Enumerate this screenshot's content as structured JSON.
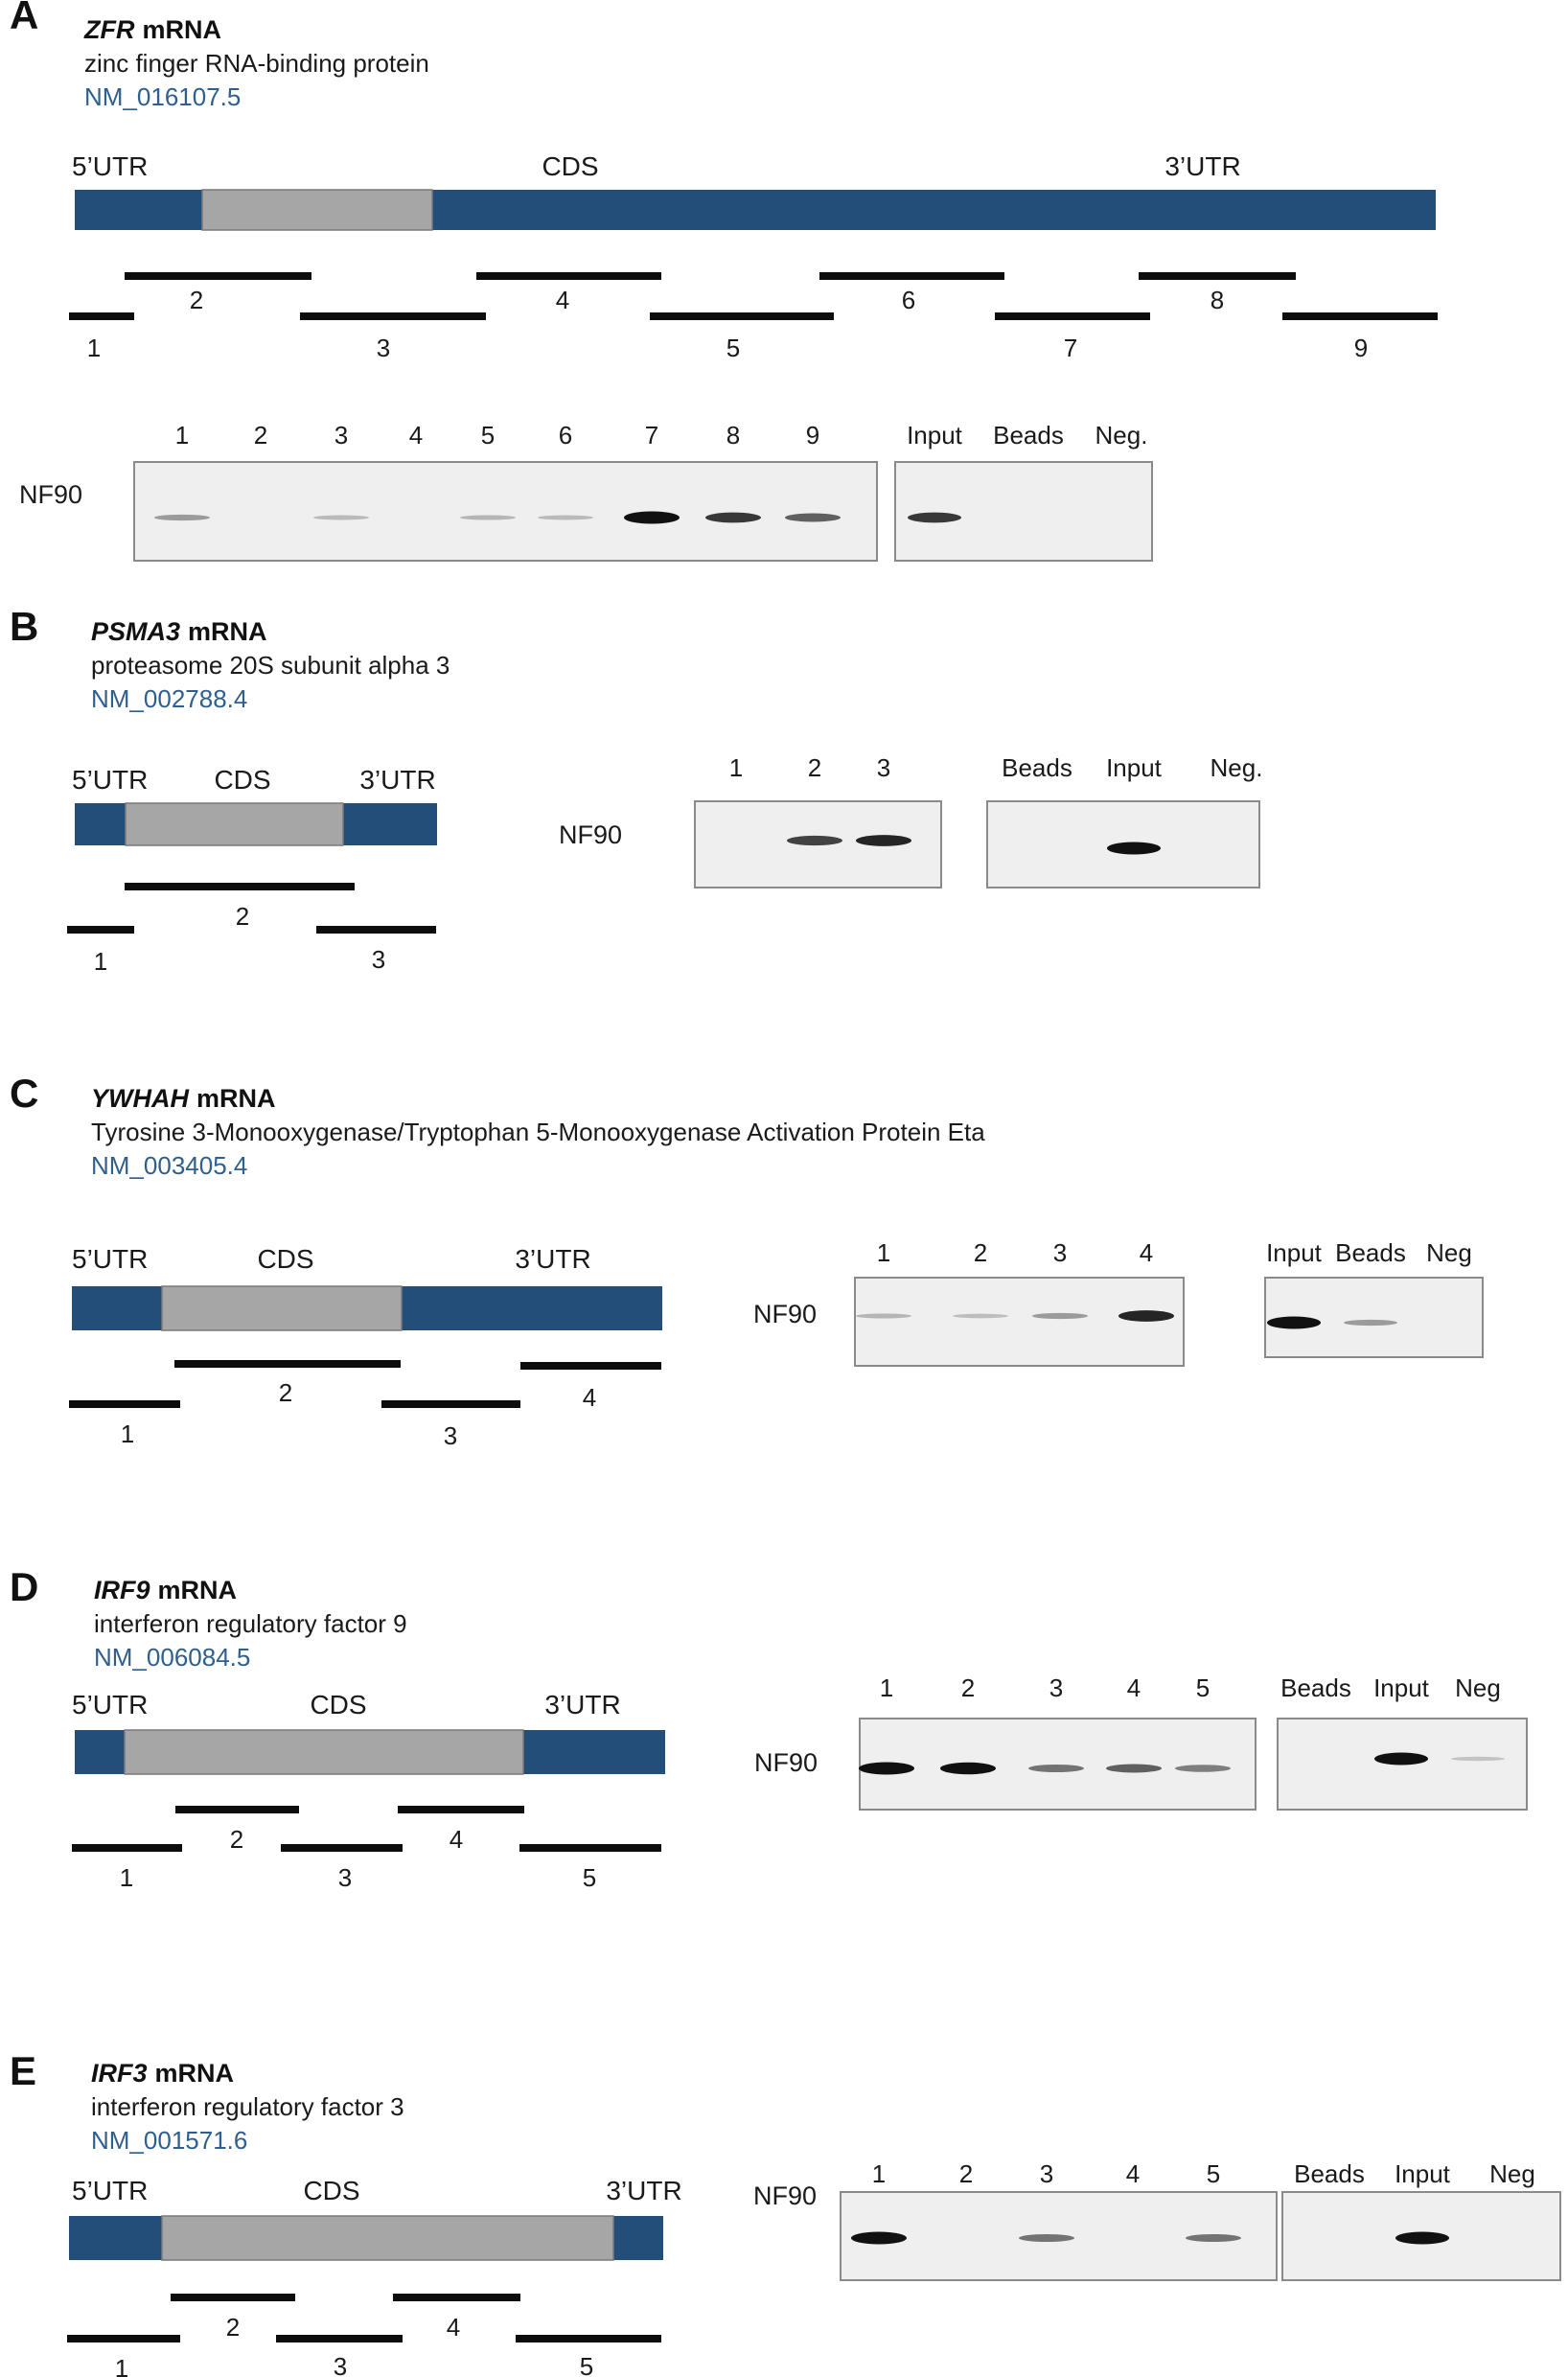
{
  "colors": {
    "utr": "#244e7a",
    "cds": "#a6a6a6",
    "fragment": "#0d0d0d",
    "blot_bg": "#efefef",
    "band": "#111111"
  },
  "panels": [
    {
      "letter": "A",
      "gene": "ZFR",
      "mrna_label": "mRNA",
      "description": "zinc finger RNA-binding protein",
      "accession": "NM_016107.5",
      "regions": [
        "5’UTR",
        "CDS",
        "3’UTR"
      ],
      "fragments": [
        "1",
        "2",
        "3",
        "4",
        "5",
        "6",
        "7",
        "8",
        "9"
      ],
      "protein": "NF90",
      "blot_lanes": [
        "1",
        "2",
        "3",
        "4",
        "5",
        "6",
        "7",
        "8",
        "9"
      ],
      "control_lanes": [
        "Input",
        "Beads",
        "Neg."
      ],
      "blot_band_intensity": [
        0.25,
        0,
        0.1,
        0,
        0.12,
        0.1,
        1.0,
        0.75,
        0.55
      ],
      "control_band_intensity": [
        0.75,
        0,
        0
      ]
    },
    {
      "letter": "B",
      "gene": "PSMA3",
      "mrna_label": "mRNA",
      "description": "proteasome 20S subunit alpha 3",
      "accession": "NM_002788.4",
      "regions": [
        "5’UTR",
        "CDS",
        "3’UTR"
      ],
      "fragments": [
        "1",
        "2",
        "3"
      ],
      "protein": "NF90",
      "blot_lanes": [
        "1",
        "2",
        "3"
      ],
      "control_lanes": [
        "Beads",
        "Input",
        "Neg."
      ],
      "blot_band_intensity": [
        0,
        0.7,
        0.85
      ],
      "control_band_intensity": [
        0,
        1.0,
        0
      ]
    },
    {
      "letter": "C",
      "gene": "YWHAH",
      "mrna_label": "mRNA",
      "description": "Tyrosine 3-Monooxygenase/Tryptophan 5-Monooxygenase Activation Protein Eta",
      "accession": "NM_003405.4",
      "regions": [
        "5’UTR",
        "CDS",
        "3’UTR"
      ],
      "fragments": [
        "1",
        "2",
        "3",
        "4"
      ],
      "protein": "NF90",
      "blot_lanes": [
        "1",
        "2",
        "3",
        "4"
      ],
      "control_lanes": [
        "Input",
        "Beads",
        "Neg"
      ],
      "blot_band_intensity": [
        0.12,
        0.08,
        0.25,
        0.85
      ],
      "control_band_intensity": [
        1.0,
        0.25,
        0
      ]
    },
    {
      "letter": "D",
      "gene": "IRF9",
      "mrna_label": "mRNA",
      "description": "interferon regulatory factor 9",
      "accession": "NM_006084.5",
      "regions": [
        "5’UTR",
        "CDS",
        "3’UTR"
      ],
      "fragments": [
        "1",
        "2",
        "3",
        "4",
        "5"
      ],
      "protein": "NF90",
      "blot_lanes": [
        "1",
        "2",
        "3",
        "4",
        "5"
      ],
      "control_lanes": [
        "Beads",
        "Input",
        "Neg"
      ],
      "blot_band_intensity": [
        1.0,
        0.95,
        0.45,
        0.55,
        0.4
      ],
      "control_band_intensity": [
        0,
        1.0,
        0.05
      ]
    },
    {
      "letter": "E",
      "gene": "IRF3",
      "mrna_label": "mRNA",
      "description": "interferon regulatory factor 3",
      "accession": "NM_001571.6",
      "regions": [
        "5’UTR",
        "CDS",
        "3’UTR"
      ],
      "fragments": [
        "1",
        "2",
        "3",
        "4",
        "5"
      ],
      "protein": "NF90",
      "blot_lanes": [
        "1",
        "2",
        "3",
        "4",
        "5"
      ],
      "control_lanes": [
        "Beads",
        "Input",
        "Neg"
      ],
      "blot_band_intensity": [
        1.0,
        0,
        0.45,
        0,
        0.45
      ],
      "control_band_intensity": [
        0,
        1.0,
        0
      ]
    }
  ]
}
